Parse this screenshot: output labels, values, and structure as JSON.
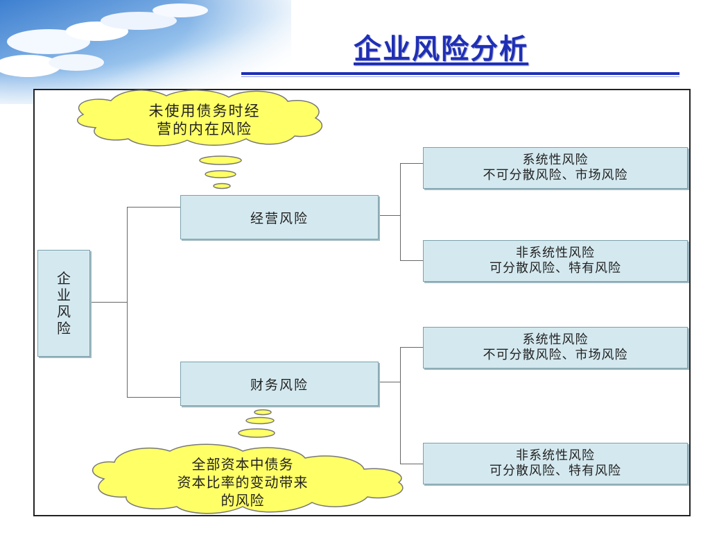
{
  "title": "企业风险分析",
  "root": {
    "label": "企\n业\n风\n险"
  },
  "branches": [
    {
      "label": "经营风险",
      "leaves": [
        {
          "label": "系统性风险\n不可分散风险、市场风险"
        },
        {
          "label": "非系统性风险\n可分散风险、特有风险"
        }
      ]
    },
    {
      "label": "财务风险",
      "leaves": [
        {
          "label": "系统性风险\n不可分散风险、市场风险"
        },
        {
          "label": "非系统性风险\n可分散风险、特有风险"
        }
      ]
    }
  ],
  "callouts": {
    "top": "未使用债务时经\n营的内在风险",
    "bottom": "全部资本中债务\n资本比率的变动带来\n的风险"
  },
  "colors": {
    "title": "#1f2fb5",
    "box_fill": "#d4e9ef",
    "cloud_fill": "#ffff66"
  },
  "icons": [
    "sky-clouds-decoration"
  ]
}
